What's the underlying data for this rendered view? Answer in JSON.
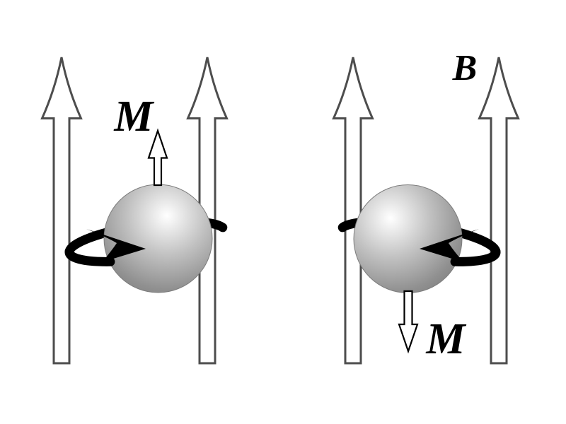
{
  "diagram": {
    "field_label": "B",
    "left_particle": {
      "moment_label": "M",
      "moment_direction": "up",
      "spin_arrowhead_direction": "right"
    },
    "right_particle": {
      "moment_label": "M",
      "moment_direction": "down",
      "spin_arrowhead_direction": "left"
    },
    "colors": {
      "background": "#ffffff",
      "field_arrow_outline": "#4d4d4d",
      "field_arrow_fill": "#ffffff",
      "spin_arrow": "#000000",
      "moment_arrow_outline": "#000000",
      "moment_arrow_fill": "#ffffff",
      "sphere_highlight": "#ffffff",
      "sphere_mid": "#bdbdbd",
      "sphere_edge": "#848484",
      "label_color": "#000000"
    }
  }
}
